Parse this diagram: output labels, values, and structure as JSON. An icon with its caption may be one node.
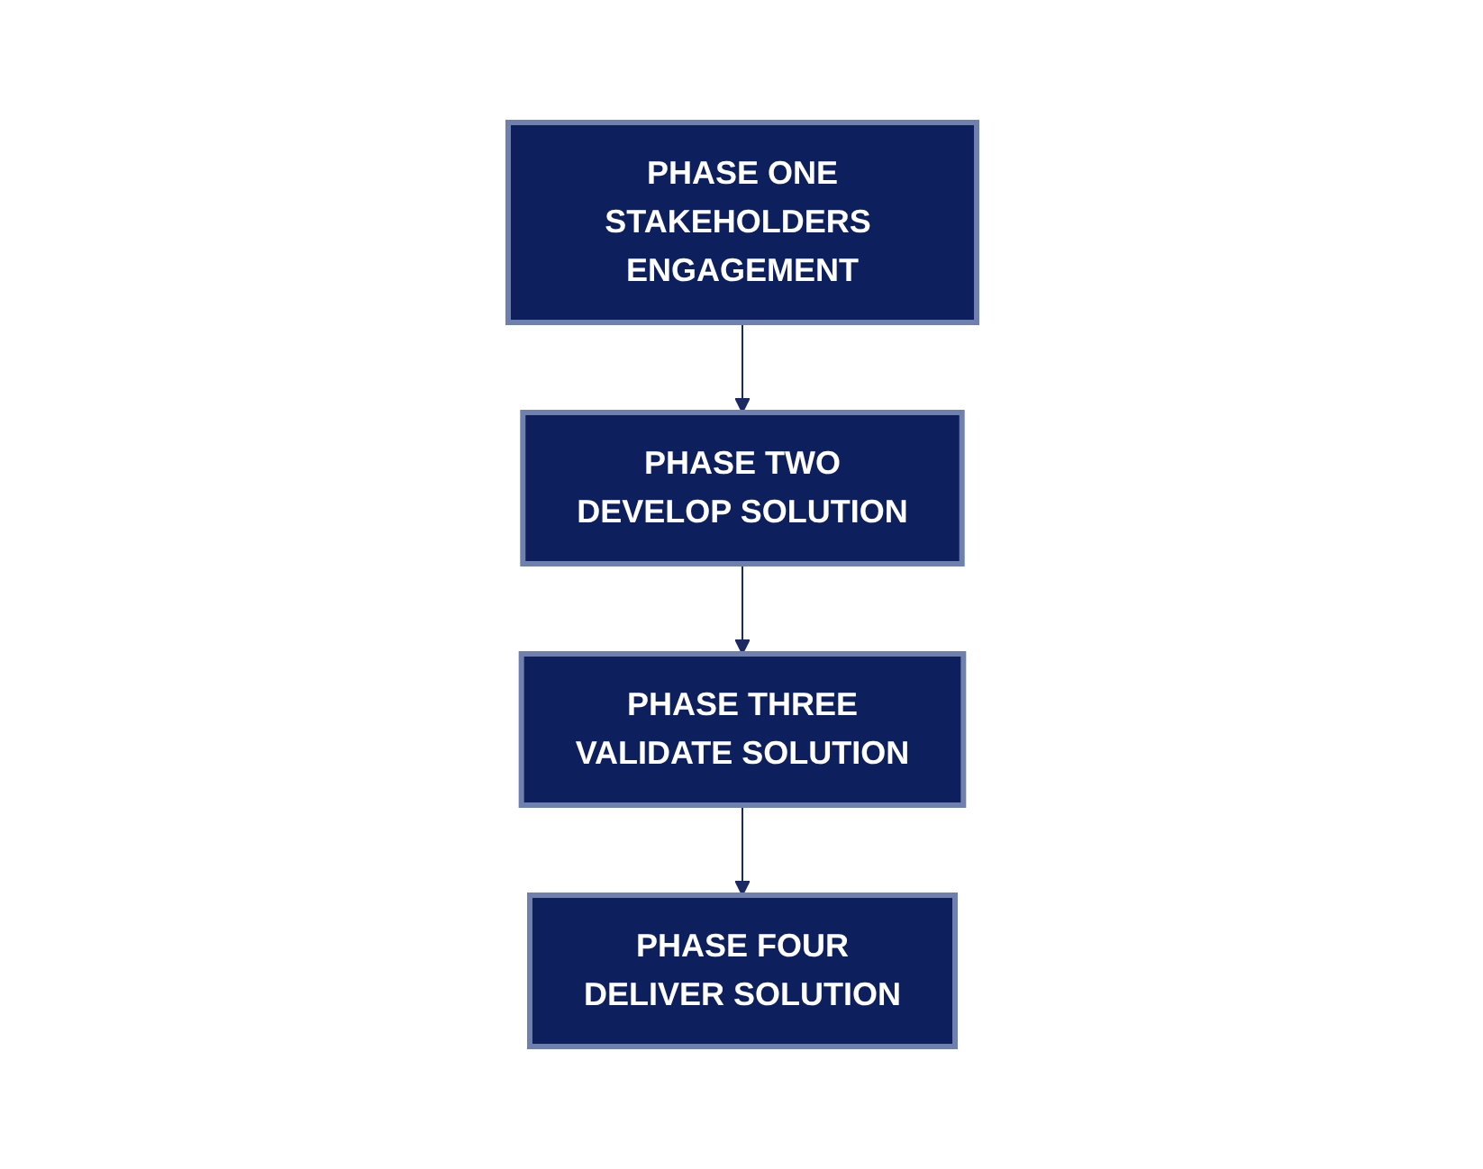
{
  "diagram": {
    "nodes": [
      {
        "text": [
          "PHASE ONE",
          "STAKEHOLDERS ENGAGEMENT"
        ]
      },
      {
        "text": [
          "PHASE TWO",
          "DEVELOP SOLUTION"
        ]
      },
      {
        "text": [
          "PHASE THREE",
          "VALIDATE SOLUTION"
        ]
      },
      {
        "text": [
          "PHASE FOUR",
          "DELIVER SOLUTION"
        ]
      }
    ],
    "edges": [
      {
        "from": 0,
        "to": 1,
        "arrow": "to"
      },
      {
        "from": 1,
        "to": 2,
        "arrow": "to"
      },
      {
        "from": 2,
        "to": 3,
        "arrow": "to"
      }
    ]
  }
}
